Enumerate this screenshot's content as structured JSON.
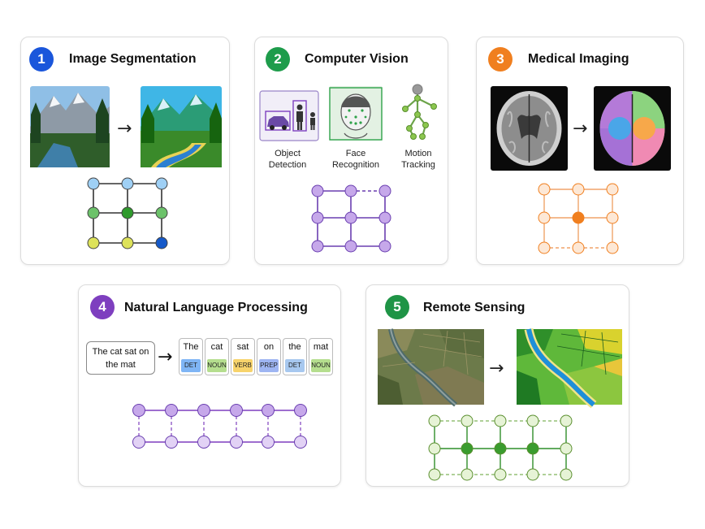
{
  "colors": {
    "blue": "#1a56db",
    "green": "#1e9c4b",
    "orange": "#f07f1f",
    "purple": "#7e3fbf",
    "green2": "#1f9446"
  },
  "cards": [
    {
      "number": "1",
      "title": "Image Segmentation"
    },
    {
      "number": "2",
      "title": "Computer Vision"
    },
    {
      "number": "3",
      "title": "Medical Imaging"
    },
    {
      "number": "4",
      "title": "Natural Language Processing"
    },
    {
      "number": "5",
      "title": "Remote Sensing"
    }
  ],
  "computer_vision": {
    "items": [
      {
        "line1": "Object",
        "line2": "Detection"
      },
      {
        "line1": "Face",
        "line2": "Recognition"
      },
      {
        "line1": "Motion",
        "line2": "Tracking"
      }
    ]
  },
  "nlp": {
    "sentence_line1": "The cat sat on",
    "sentence_line2": "the mat",
    "tokens": [
      {
        "word": "The",
        "tag": "DET",
        "color": "#7fb5f5"
      },
      {
        "word": "cat",
        "tag": "NOUN",
        "color": "#b5de8e"
      },
      {
        "word": "sat",
        "tag": "VERB",
        "color": "#f7d36b"
      },
      {
        "word": "on",
        "tag": "PREP",
        "color": "#9eb5f2"
      },
      {
        "word": "the",
        "tag": "DET",
        "color": "#a7c8ef"
      },
      {
        "word": "mat",
        "tag": "NOUN",
        "color": "#b5de8e"
      }
    ]
  },
  "arrow_symbol": "→"
}
